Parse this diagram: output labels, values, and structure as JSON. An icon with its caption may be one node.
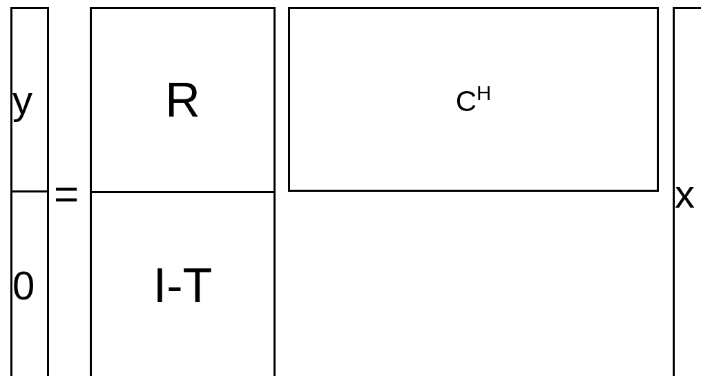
{
  "diagram": {
    "nodes": [
      {
        "text": [
          "y"
        ]
      },
      {
        "text": [
          "0"
        ]
      },
      {
        "text": [
          "R"
        ]
      },
      {
        "text": [
          "I-T"
        ]
      },
      {
        "text": [
          "C$^{H}$"
        ]
      },
      {
        "text": [
          "x"
        ]
      }
    ],
    "labels": [
      "="
    ]
  }
}
